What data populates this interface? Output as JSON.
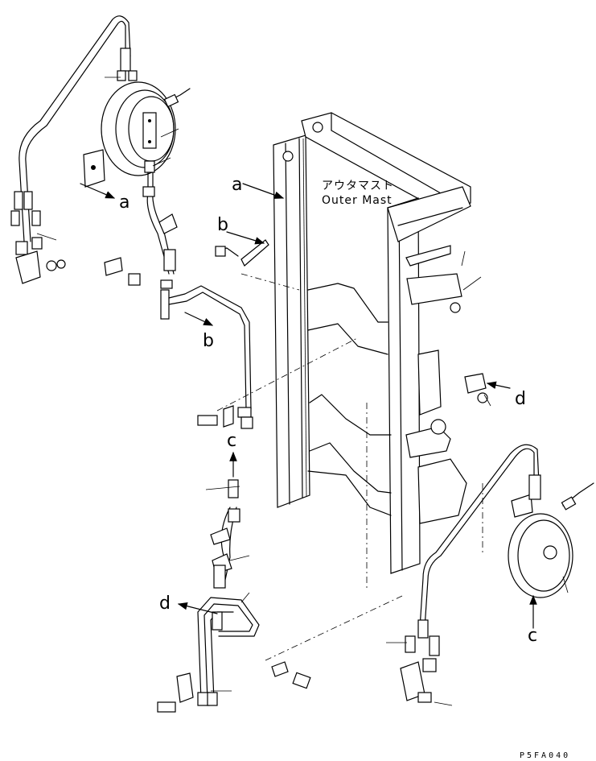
{
  "labels": {
    "a_left": "a",
    "a_mast": "a",
    "b_upper": "b",
    "b_lower": "b",
    "c_upper": "c",
    "c_lower": "c",
    "d_right": "d",
    "d_lower": "d"
  },
  "mast": {
    "name_jp": "アウタマスト",
    "name_en": "Outer Mast"
  },
  "drawing_code": "P5FA040"
}
